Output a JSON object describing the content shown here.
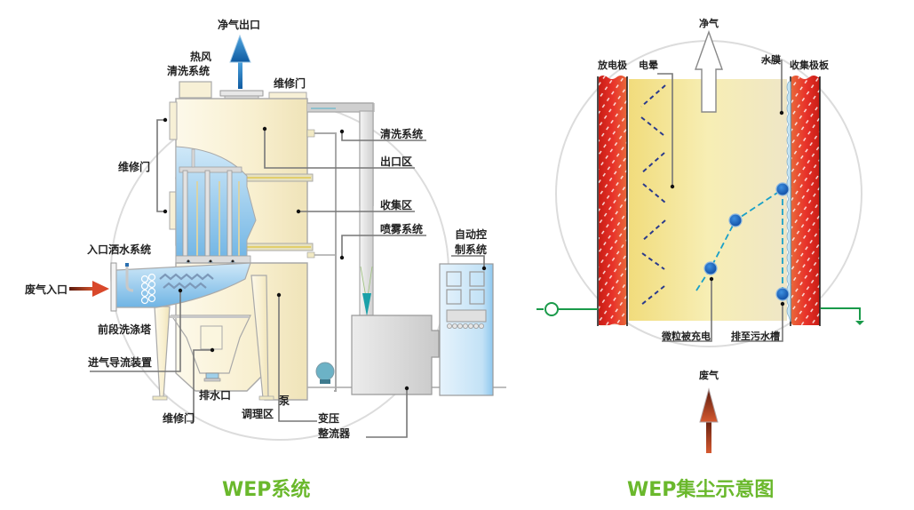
{
  "colors": {
    "caption_green": "#6ab82c",
    "tower_body": "#f8f1d6",
    "tower_outline": "#a9a9a9",
    "water_blue": "#a8d4f0",
    "electrode_red": "#e02a22",
    "channel_yellow": "#f3e59a",
    "ground_wire_green": "#1a9a4a",
    "particle_blue": "#1565c0",
    "exhaust_arrow_blue": "#1e6fb5",
    "inlet_arrow_red": "#d9482b"
  },
  "left_diagram": {
    "caption": "WEP系统",
    "labels": {
      "clean_gas_outlet": "净气出口",
      "hot_air_cleaning_1": "热风",
      "hot_air_cleaning_2": "清洗系统",
      "maintenance_door_top": "维修门",
      "maintenance_door_left": "维修门",
      "maintenance_door_bottom": "维修门",
      "cleaning_system": "清洗系统",
      "outlet_zone": "出口区",
      "collection_zone": "收集区",
      "spray_system": "喷雾系统",
      "auto_control_1": "自动控",
      "auto_control_2": "制系统",
      "inlet_sprinkler": "入口洒水系统",
      "waste_gas_inlet": "废气入口",
      "pre_scrubber": "前段洗涤塔",
      "inlet_flow_guide": "进气导流装置",
      "drain_outlet": "排水口",
      "conditioning_zone": "调理区",
      "pump": "泵",
      "transformer_1": "变压",
      "transformer_2": "整流器"
    }
  },
  "right_diagram": {
    "caption": "WEP集尘示意图",
    "labels": {
      "clean_gas": "净气",
      "discharge_electrode": "放电极",
      "corona": "电晕",
      "water_film": "水膜",
      "collecting_plate": "收集极板",
      "particles_charged": "微粒被充电",
      "drain_to_sump": "排至污水槽",
      "waste_gas": "废气"
    }
  }
}
